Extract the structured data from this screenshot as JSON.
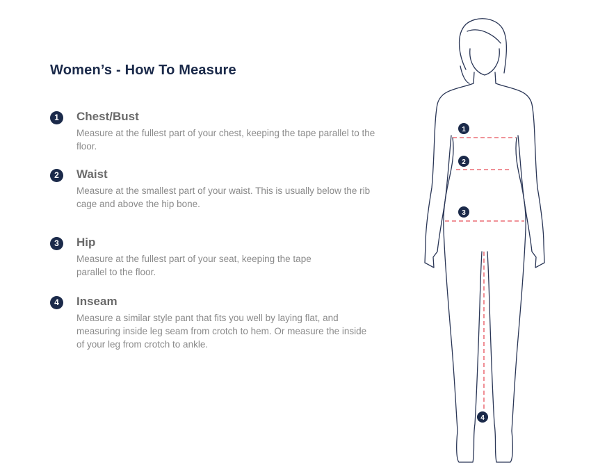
{
  "title": "Women’s - How To Measure",
  "items": [
    {
      "number": "1",
      "heading": "Chest/Bust",
      "description": "Measure at the fullest part of your chest, keeping the tape parallel to the floor."
    },
    {
      "number": "2",
      "heading": "Waist",
      "description": "Measure at the smallest part of your waist. This is usually below the rib cage and above the hip bone."
    },
    {
      "number": "3",
      "heading": "Hip",
      "description": "Measure at the fullest part of your seat, keeping the tape parallel to the floor."
    },
    {
      "number": "4",
      "heading": "Inseam",
      "description": "Measure a similar style pant that fits you well by laying flat, and measuring inside leg seam from crotch to hem. Or measure the inside of your leg from crotch to ankle."
    }
  ],
  "colors": {
    "navy": "#1b2a4a",
    "measure_line": "#e8505b"
  }
}
